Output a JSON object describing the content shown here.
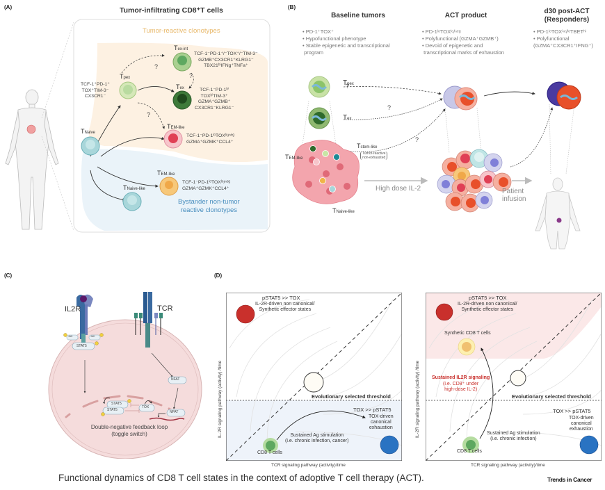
{
  "panels": {
    "A": {
      "label": "(A)",
      "title": "Tumor-infiltrating CD8⁺T cells",
      "tumor_region": "Tumor-reactive clonotypes",
      "bystander_region_line1": "Bystander non-tumor",
      "bystander_region_line2": "reactive clonotypes",
      "cells": {
        "naive": {
          "name": "T",
          "sub": "Naive"
        },
        "pex": {
          "name": "T",
          "sub": "pex",
          "markers": [
            "TCF-1⁺PD-1⁺",
            "TOX⁺TIM-3⁻",
            "CX3CR1⁻"
          ]
        },
        "ex_int": {
          "name": "T",
          "sub": "ex-int",
          "markers": [
            "TCF-1⁻PD-1⁺/⁻TOX⁺/⁻TIM-3⁻",
            "GZMB⁺CX3CR1⁺KLRG1⁻",
            "TBX21ʰⁱIFNg⁺TNFa⁺"
          ]
        },
        "ex": {
          "name": "T",
          "sub": "ex",
          "markers": [
            "TCF-1⁻PD-1ʰⁱ",
            "TOXʰⁱTIM-3⁺",
            "GZMA⁺GZMB⁺",
            "CX3CR1⁻KLRG1⁻"
          ]
        },
        "em_like_tumor": {
          "name": "T",
          "sub": "EM-like",
          "markers": [
            "TCF-1⁻PD-1ˡᵒTOXˡᵒ/ⁿᵉᵍ",
            "GZMA⁺GZMK⁺CCL4⁺"
          ]
        },
        "em_like_bystander": {
          "name": "T",
          "sub": "EM-like",
          "markers": [
            "TCF-1⁻PD-1ˡᵒTOXˡᵒ/ⁿᵉᵍ",
            "GZMA⁺GZMK⁺CCL4⁺"
          ]
        },
        "naive_like": {
          "name": "T",
          "sub": "Naive-like"
        }
      },
      "question_mark": "?"
    },
    "B": {
      "label": "(B)",
      "columns": [
        {
          "title": "Baseline tumors",
          "bullets": [
            "PD-1⁺TOX⁺",
            "Hypofunctional phenotype",
            "Stable epigenetic and transcriptional",
            "program"
          ]
        },
        {
          "title": "ACT product",
          "bullets": [
            "PD-1ˡᵒTOXˡᵒ/ⁿᵉᵍ",
            "Polyfunctional (GZMA⁺GZMB⁺)",
            "Devoid of epigenetic and",
            "transcriptional marks of exhaustion"
          ]
        },
        {
          "title_line1": "d30 post-ACT",
          "title_line2": "(Responders)",
          "bullets": [
            "PD-1ˡᵒTOXⁱⁿᵗ/ˡᵒTBETʰⁱ",
            "Polyfunctional",
            "(GZMA⁺CX3CR1⁺IFNG⁺)"
          ]
        }
      ],
      "cell_labels": {
        "pex": {
          "name": "T",
          "sub": "pex"
        },
        "ex": {
          "name": "T",
          "sub": "ex"
        },
        "em_like": {
          "name": "T",
          "sub": "EM-like"
        },
        "stem_like": {
          "name": "T",
          "sub": "stem-like",
          "note_line1": "Tumor-reactive",
          "note_line2": "non-exhausted"
        },
        "naive_like": {
          "name": "T",
          "sub": "Naive-like"
        }
      },
      "arrow_il2": "High dose IL-2",
      "arrow_infusion_line1": "Patient",
      "arrow_infusion_line2": "infusion",
      "question_mark": "?"
    },
    "C": {
      "label": "(C)",
      "receptor_il2r": "IL2R",
      "receptor_tcr": "TCR",
      "jak": "JAK",
      "stat5": "STAT5",
      "nfat": "NFAT",
      "tox": "TOX",
      "caption_line1": "Double-negative feedback loop",
      "caption_line2": "(toggle switch)"
    },
    "D": {
      "label": "(D)",
      "y_axis": "IL-2R signaling pathway (activity) /time",
      "x_axis": "TCR signaling pathway (activity)/time",
      "left": {
        "top_label": "pSTAT5 >> TOX",
        "top_desc_line1": "IL-2R-driven non canonical/",
        "top_desc_line2": "Synthetic effector states",
        "threshold": "Evolutionary selected threshold",
        "bottom_label": "TOX >> pSTAT5",
        "exhaustion_line1": "TOX-driven",
        "exhaustion_line2": "canonical",
        "exhaustion_line3": "exhaustion",
        "stim_line1": "Sustained Ag stimulation",
        "stim_line2": "(i.e. chronic infection, cancer)",
        "cd8": "CD8 T cells"
      },
      "right": {
        "top_label": "pSTAT5 >> TOX",
        "top_desc_line1": "IL-2R-driven non canonical/",
        "top_desc_line2": "Synthetic effector states",
        "synthetic": "Synthetic CD8 T cells",
        "il2r_line1": "Sustained IL2R signaling",
        "il2r_line2": "(i.e. CD8⁺ under",
        "il2r_line3": "high-dose IL-2)",
        "threshold": "Evolutionary selected threshold",
        "bottom_label": "TOX >> pSTAT5",
        "exhaustion_line1": "TOX-driven",
        "exhaustion_line2": "canonical",
        "exhaustion_line3": "exhaustion",
        "stim_line1": "Sustained Ag stimulation",
        "stim_line2": "(i.e. chronic infection)",
        "cd8": "CD8 T cells"
      }
    }
  },
  "colors": {
    "tumor_region": "#fdf1e2",
    "bystander_region": "#eaf3f9",
    "tumor_title": "#e8b86a",
    "bystander_title": "#4a8fbf",
    "red_state": "#c9302c",
    "blue_state": "#2a73c2",
    "green_cd8": "#6fb36f",
    "il2r_text": "#c9302c"
  },
  "caption": "Functional dynamics of CD8 T cell states in the context of adoptive T cell therapy (ACT).",
  "brand": "Trends in Cancer"
}
